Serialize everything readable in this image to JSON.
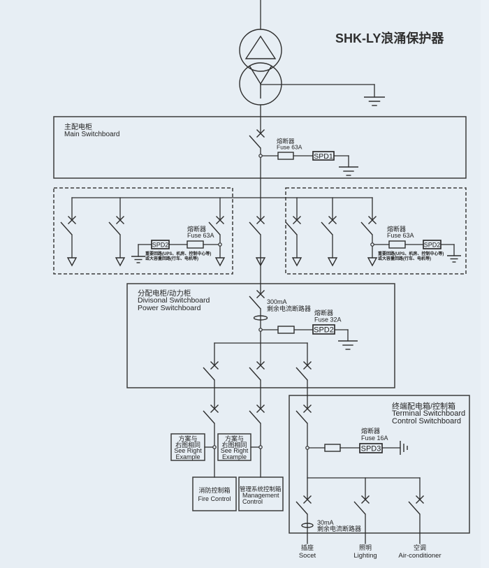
{
  "title": "SHK-LY浪涌保护器",
  "main_switchboard": {
    "label_cn": "主配电柜",
    "label_en": "Main Switchboard",
    "fuse_label_cn": "熔断器",
    "fuse_rating": "Fuse 63A",
    "spd": "SPD1"
  },
  "left_branch": {
    "fuse_label_cn": "熔断器",
    "fuse_rating": "Fuse 63A",
    "spd": "SPD2",
    "note_line1": "重要回路(UPS、机房、控制中心等)",
    "note_line2": "或大容量回路(行车、电机等)"
  },
  "right_branch": {
    "fuse_label_cn": "熔断器",
    "fuse_rating": "Fuse 63A",
    "spd": "SPD2",
    "note_line1": "重要回路(UPS、机房、控制中心等)",
    "note_line2": "或大容量回路(行车、电机等)"
  },
  "divisional_switchboard": {
    "label_cn": "分配电柜/动力柜",
    "label_en_1": "Divisonal Switchboard",
    "label_en_2": "Power Switchboard",
    "rcd_rating": "300mA",
    "rcd_label": "剩余电流断路器",
    "fuse_label_cn": "熔断器",
    "fuse_rating": "Fuse 32A",
    "spd": "SPD2"
  },
  "example_boxes": [
    {
      "line1": "方案与",
      "line2": "右图相同",
      "line3": "See Right",
      "line4": "Example"
    },
    {
      "line1": "方案与",
      "line2": "右图相同",
      "line3": "See Right",
      "line4": "Example"
    }
  ],
  "control_boxes": {
    "fire": {
      "label_cn": "消防控制箱",
      "label_en": "Fire Control"
    },
    "management": {
      "label_cn": "管理系统控制箱",
      "label_en_1": "Management",
      "label_en_2": "Control"
    }
  },
  "terminal_switchboard": {
    "label_cn": "终端配电箱/控制箱",
    "label_en_1": "Terminal Switchboard",
    "label_en_2": "Control Switchboard",
    "fuse_label_cn": "熔断器",
    "fuse_rating": "Fuse 16A",
    "spd": "SPD3",
    "rcd_rating": "30mA",
    "rcd_label": "剩余电流断路器",
    "loads": [
      {
        "label_cn": "插座",
        "label_en": "Socet"
      },
      {
        "label_cn": "照明",
        "label_en": "Lighting"
      },
      {
        "label_cn": "空调",
        "label_en": "Air-conditioner"
      }
    ]
  },
  "colors": {
    "background": "#e7eef4",
    "line": "#2e2e2e"
  }
}
